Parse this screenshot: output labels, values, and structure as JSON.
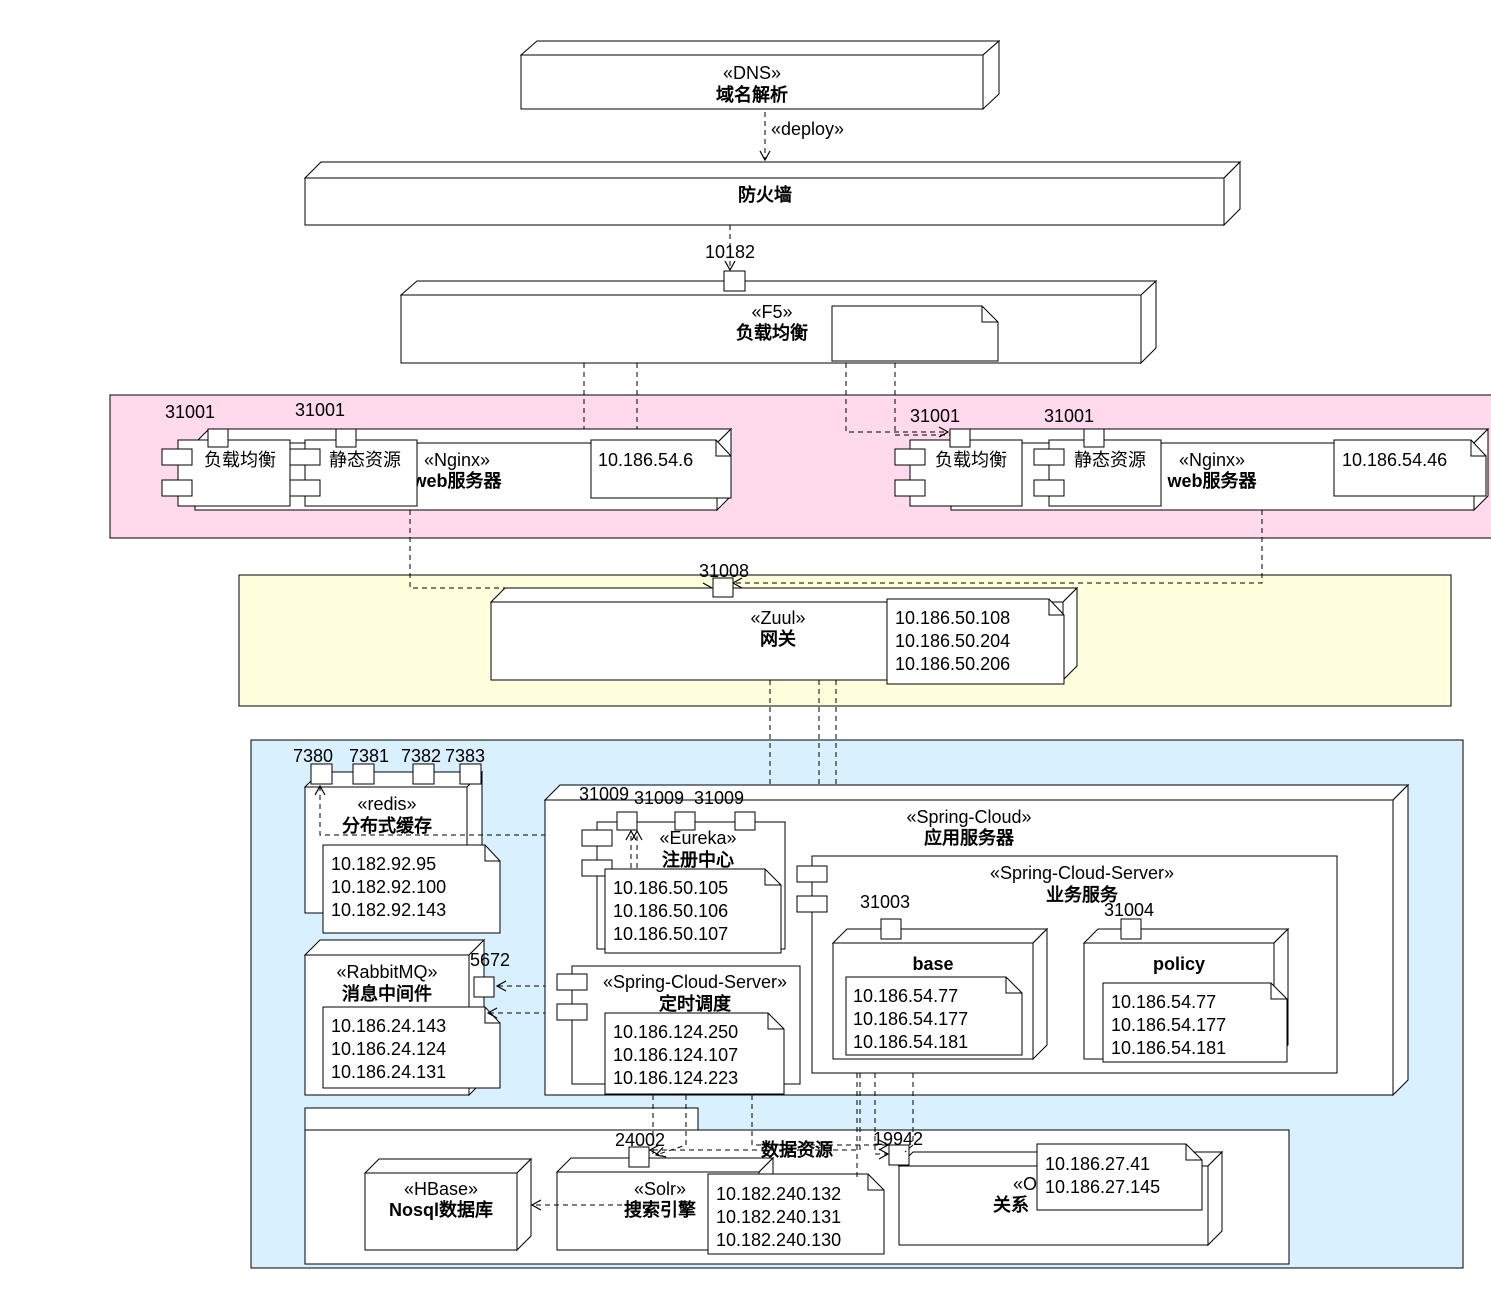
{
  "colors": {
    "web_zone": "#ffd9ec",
    "gateway_zone": "#ffffdd",
    "app_zone": "#d9f0ff",
    "stroke": "#000000"
  },
  "dns": {
    "stereotype": "«DNS»",
    "name": "域名解析"
  },
  "deploy_label": "«deploy»",
  "firewall": {
    "name": "防火墙"
  },
  "f5": {
    "port": "10182",
    "stereotype": "«F5»",
    "name": "负载均衡"
  },
  "nginx_left": {
    "stereotype": "«Nginx»",
    "name_bold": "web",
    "name_rest": "服务器",
    "ip": "10.186.54.6",
    "components": [
      "负载均衡",
      "静态资源"
    ],
    "ports": [
      "31001",
      "31001"
    ]
  },
  "nginx_right": {
    "stereotype": "«Nginx»",
    "name_bold": "web",
    "name_rest": "服务器",
    "ip": "10.186.54.46",
    "components": [
      "负载均衡",
      "静态资源"
    ],
    "ports": [
      "31001",
      "31001"
    ]
  },
  "zuul": {
    "port": "31008",
    "stereotype": "«Zuul»",
    "name": "网关",
    "ips": [
      "10.186.50.108",
      "10.186.50.204",
      "10.186.50.206"
    ]
  },
  "redis": {
    "ports": [
      "7380",
      "7381",
      "7382",
      "7383"
    ],
    "stereotype": "«redis»",
    "name": "分布式缓存",
    "ips": [
      "10.182.92.95",
      "10.182.92.100",
      "10.182.92.143"
    ]
  },
  "rabbitmq": {
    "port": "5672",
    "stereotype": "«RabbitMQ»",
    "name": "消息中间件",
    "ips": [
      "10.186.24.143",
      "10.186.24.124",
      "10.186.24.131"
    ]
  },
  "spring_cloud": {
    "stereotype": "«Spring-Cloud»",
    "name": "应用服务器"
  },
  "eureka": {
    "ports": [
      "31009",
      "31009",
      "31009"
    ],
    "stereotype": "«Eureka»",
    "name": "注册中心",
    "ips": [
      "10.186.50.105",
      "10.186.50.106",
      "10.186.50.107"
    ]
  },
  "business": {
    "stereotype": "«Spring-Cloud-Server»",
    "name": "业务服务"
  },
  "base": {
    "port": "31003",
    "name": "base",
    "ips": [
      "10.186.54.77",
      "10.186.54.177",
      "10.186.54.181"
    ]
  },
  "policy": {
    "port": "31004",
    "name": "policy",
    "ips": [
      "10.186.54.77",
      "10.186.54.177",
      "10.186.54.181"
    ]
  },
  "scheduler": {
    "stereotype": "«Spring-Cloud-Server»",
    "name": "定时调度",
    "ips": [
      "10.186.124.250",
      "10.186.124.107",
      "10.186.124.223"
    ]
  },
  "data_package": {
    "name": "数据资源"
  },
  "hbase": {
    "stereotype": "«HBase»",
    "name_bold": "Nosql",
    "name_rest": "数据库"
  },
  "solr": {
    "port": "24002",
    "stereotype": "«Solr»",
    "name": "搜索引擎",
    "ips": [
      "10.182.240.132",
      "10.182.240.131",
      "10.182.240.130"
    ]
  },
  "oracle": {
    "port": "19942",
    "stereotype_partial": "«O",
    "name_partial": "关系",
    "ips": [
      "10.186.27.41",
      "10.186.27.145"
    ]
  }
}
